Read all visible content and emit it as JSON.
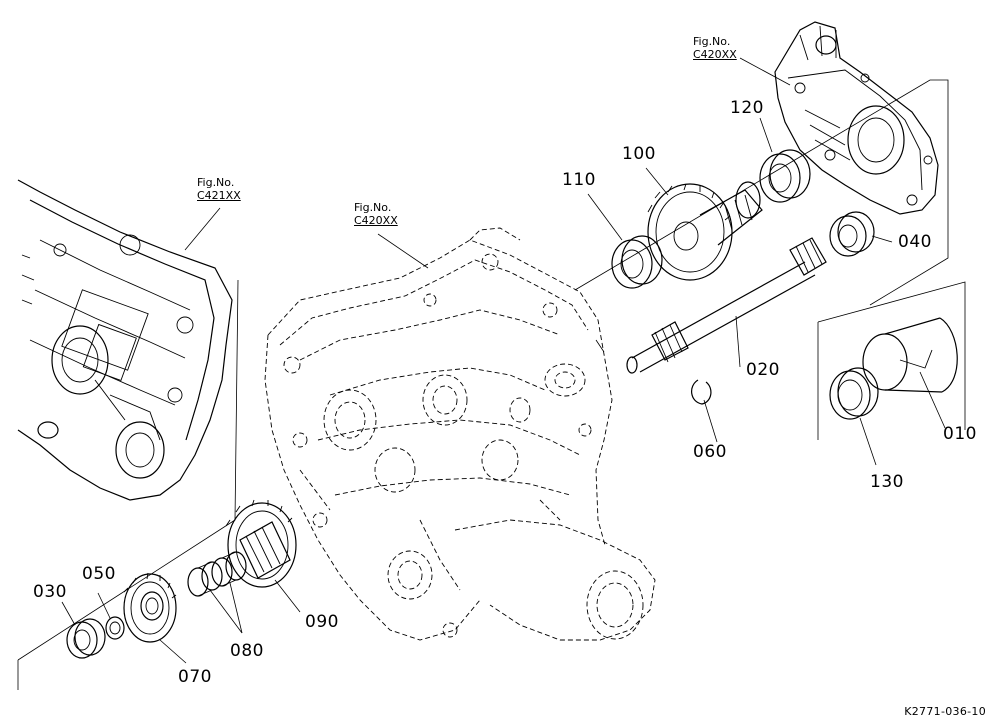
{
  "parts": [
    {
      "id": "p010",
      "number": "010"
    },
    {
      "id": "p020",
      "number": "020"
    },
    {
      "id": "p030",
      "number": "030"
    },
    {
      "id": "p040",
      "number": "040"
    },
    {
      "id": "p050",
      "number": "050"
    },
    {
      "id": "p060",
      "number": "060"
    },
    {
      "id": "p070",
      "number": "070"
    },
    {
      "id": "p080",
      "number": "080"
    },
    {
      "id": "p090",
      "number": "090"
    },
    {
      "id": "p100",
      "number": "100"
    },
    {
      "id": "p110",
      "number": "110"
    },
    {
      "id": "p120",
      "number": "120"
    },
    {
      "id": "p130",
      "number": "130"
    }
  ],
  "figure_refs": [
    {
      "id": "fig-left",
      "prefix": "Fig.No.",
      "code": "C421XX"
    },
    {
      "id": "fig-center",
      "prefix": "Fig.No.",
      "code": "C420XX"
    },
    {
      "id": "fig-top",
      "prefix": "Fig.No.",
      "code": "C420XX"
    }
  ],
  "drawing_number": "K2771-036-10"
}
